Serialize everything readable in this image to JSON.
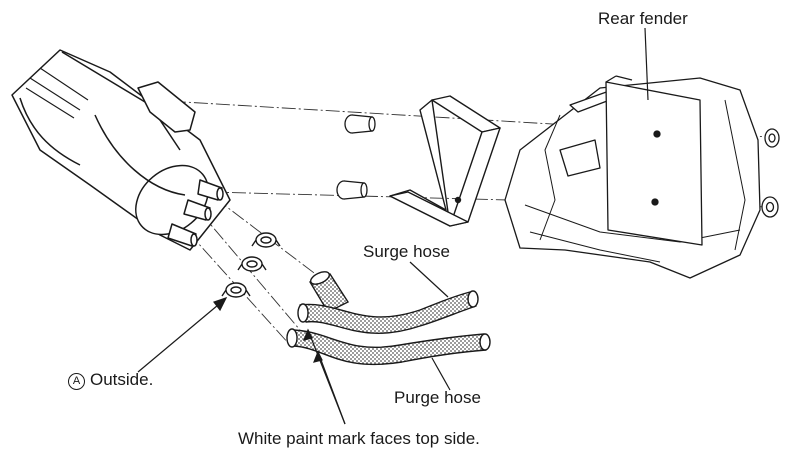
{
  "labels": {
    "rear_fender": "Rear fender",
    "surge_hose": "Surge hose",
    "purge_hose": "Purge hose",
    "white_paint": "White paint mark faces top side.",
    "callout_letter": "A",
    "outside": "Outside."
  }
}
